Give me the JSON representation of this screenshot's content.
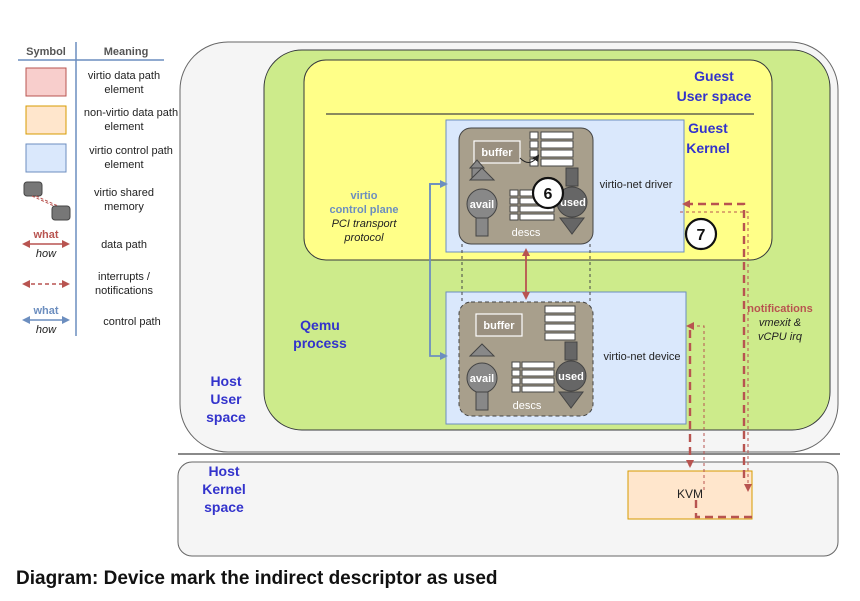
{
  "legend": {
    "header_symbol": "Symbol",
    "header_meaning": "Meaning",
    "rows": [
      {
        "meaning_1": "virtio data path",
        "meaning_2": "element"
      },
      {
        "meaning_1": "non-virtio data path",
        "meaning_2": "element"
      },
      {
        "meaning_1": "virtio control path",
        "meaning_2": "element"
      },
      {
        "meaning_1": "virtio shared",
        "meaning_2": "memory"
      },
      {
        "meaning_1": "data path",
        "what": "what",
        "how": "how"
      },
      {
        "meaning_1": "interrupts /",
        "meaning_2": "notifications"
      },
      {
        "meaning_1": "control path",
        "what": "what",
        "how": "how"
      }
    ]
  },
  "regions": {
    "host_user_space": [
      "Host",
      "User",
      "space"
    ],
    "host_kernel_space": [
      "Host",
      "Kernel",
      "space"
    ],
    "qemu_process": [
      "Qemu",
      "process"
    ],
    "guest_user_space": [
      "Guest",
      "User space"
    ],
    "guest_kernel": [
      "Guest",
      "Kernel"
    ]
  },
  "control_plane": {
    "line1": "virtio",
    "line2": "control plane",
    "line3": "PCI transport",
    "line4": "protocol"
  },
  "driver": {
    "label": "virtio-net driver",
    "buffer": "buffer",
    "avail": "avail",
    "used": "used",
    "descs": "descs"
  },
  "device": {
    "label": "virtio-net device",
    "buffer": "buffer",
    "avail": "avail",
    "used": "used",
    "descs": "descs"
  },
  "kvm": {
    "label": "KVM"
  },
  "notifications": {
    "title": "notifications",
    "line2": "vmexit &",
    "line3": "vCPU irq"
  },
  "steps": {
    "six": "6",
    "seven": "7"
  },
  "caption": "Diagram: Device mark the indirect descriptor as used",
  "colors": {
    "data_path": "#b85450",
    "control_path": "#6c8ebf",
    "qemu_green": "#cdeb8b",
    "guest_yellow": "#ffff88",
    "control_blue": "#dae8fc",
    "nonvirtio_orange": "#ffe6cc",
    "virtio_red": "#f8cecc",
    "label_blue": "#3333cc"
  }
}
